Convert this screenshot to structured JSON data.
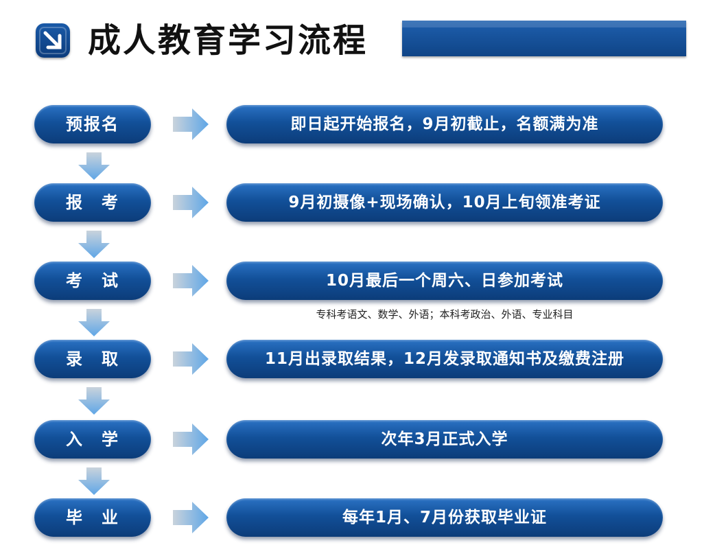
{
  "header": {
    "title": "成人教育学习流程",
    "colors": {
      "primary": "#0f4486",
      "accent": "#6aaee8"
    }
  },
  "steps": [
    {
      "label": "预报名",
      "description": "即日起开始报名，9月初截止，名额满为准"
    },
    {
      "label": "报　考",
      "description": "9月初摄像+现场确认，10月上旬领准考证"
    },
    {
      "label": "考　试",
      "description": "10月最后一个周六、日参加考试",
      "note": "专科考语文、数学、外语；本科考政治、外语、专业科目"
    },
    {
      "label": "录　取",
      "description": "11月出录取结果，12月发录取通知书及缴费注册"
    },
    {
      "label": "入　学",
      "description": "次年3月正式入学"
    },
    {
      "label": "毕　业",
      "description": "每年1月、7月份获取毕业证"
    }
  ]
}
